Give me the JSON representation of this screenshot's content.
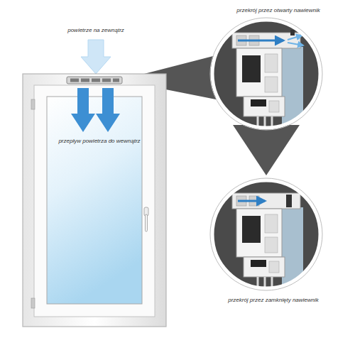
{
  "diagram": {
    "labels": [
      "powietrze na zewnątrz",
      "przepływ powietrza do wewnątrz",
      "przekrój przez otwarty nawiewnik",
      "przekrój przez zamknięty nawiewnik"
    ]
  }
}
